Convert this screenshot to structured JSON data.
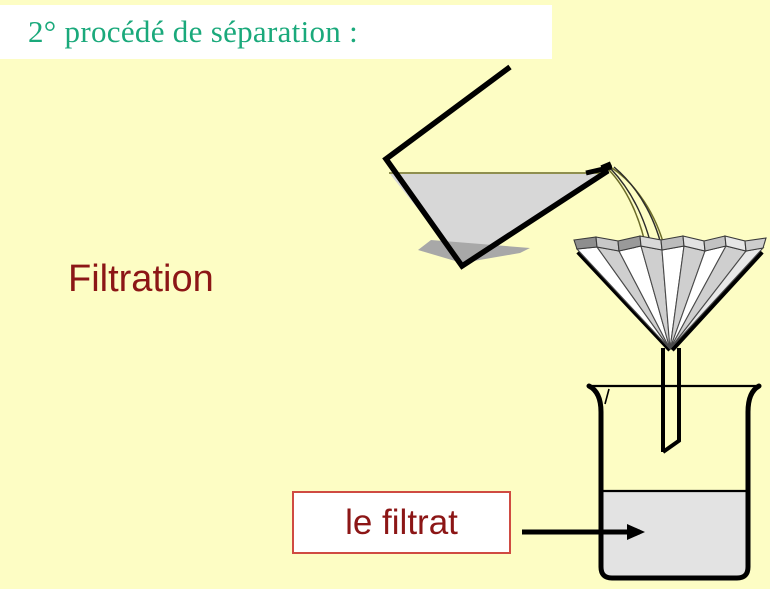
{
  "slide": {
    "background_color": "#fdfdc4",
    "title": {
      "text": "2° procédé de séparation :",
      "color": "#1aa97b",
      "box_color": "#ffffff"
    },
    "labels": {
      "process": "Filtration",
      "process_color": "#8c1616",
      "callout": "le filtrat",
      "callout_color": "#8c1616",
      "callout_border_color": "#cf4b42"
    },
    "diagram": {
      "name": "filtration-apparatus",
      "parts": [
        "pouring-beaker",
        "liquid-stream",
        "pleated-filter-paper",
        "funnel",
        "funnel-stem",
        "receiving-beaker",
        "filtrate-liquid",
        "callout-arrow"
      ],
      "colors": {
        "outline": "#000000",
        "liquid": "#d7d7d7",
        "sediment": "#a8a8a8",
        "filter_light": "#ffffff",
        "filter_shade": "#d4d4d4",
        "filter_rim_dark": "#8e8e8e",
        "filtrate": "#e3e3e3"
      }
    }
  }
}
